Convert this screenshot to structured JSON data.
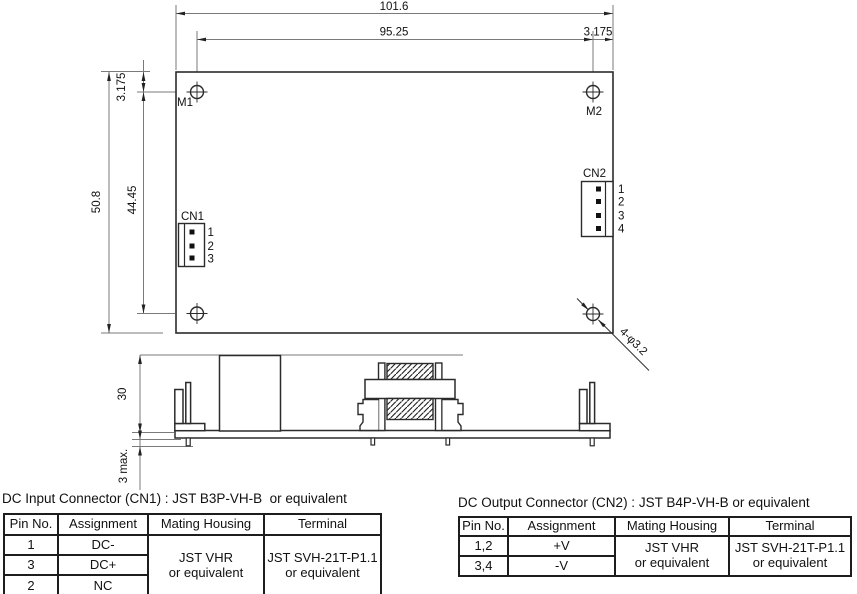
{
  "drawing": {
    "top_view": {
      "dim_width_outer": "101.6",
      "dim_width_holes": "95.25",
      "dim_hole_offset_right": "3.175",
      "dim_height_outer": "50.8",
      "dim_height_holes": "44.45",
      "dim_hole_offset_top": "3.175",
      "hole_note": "4-φ3.2",
      "labels": {
        "m1": "M1",
        "m2": "M2",
        "cn1": "CN1",
        "cn2": "CN2"
      },
      "cn1_pins": [
        "1",
        "2",
        "3"
      ],
      "cn2_pins": [
        "1",
        "2",
        "3",
        "4"
      ]
    },
    "side_view": {
      "dim_component_height": "30",
      "dim_pin_length": "3 max."
    }
  },
  "tables": {
    "input": {
      "title": "DC Input Connector (CN1) : JST B3P-VH-B  or equivalent",
      "headers": [
        "Pin No.",
        "Assignment",
        "Mating Housing",
        "Terminal"
      ],
      "rows": [
        [
          "1",
          "DC-"
        ],
        [
          "3",
          "DC+"
        ],
        [
          "2",
          "NC"
        ]
      ],
      "mating_housing": [
        "JST VHR",
        "or equivalent"
      ],
      "terminal": [
        "JST SVH-21T-P1.1",
        "or equivalent"
      ]
    },
    "output": {
      "title": "DC Output Connector (CN2) : JST B4P-VH-B or equivalent",
      "headers": [
        "Pin No.",
        "Assignment",
        "Mating Housing",
        "Terminal"
      ],
      "rows": [
        [
          "1,2",
          "+V"
        ],
        [
          "3,4",
          "-V"
        ]
      ],
      "mating_housing": [
        "JST VHR",
        "or equivalent"
      ],
      "terminal": [
        "JST SVH-21T-P1.1",
        "or equivalent"
      ]
    }
  },
  "colors": {
    "outline": "#2b2b2b",
    "dim_line": "#7a7a7a",
    "text": "#111111",
    "background": "#ffffff"
  }
}
